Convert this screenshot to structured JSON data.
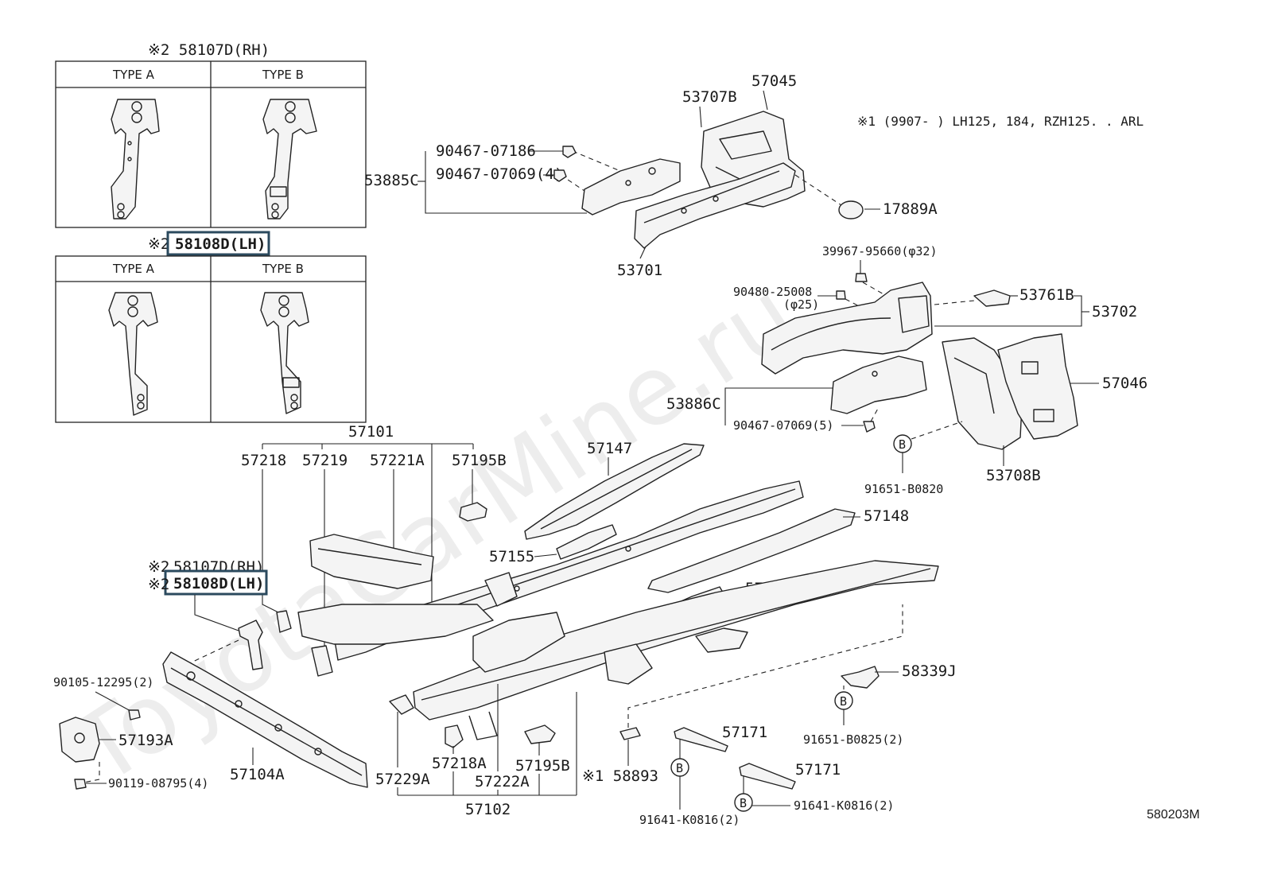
{
  "watermark": "ToyotaCarMine.ru",
  "diagram_code": "580203M",
  "footnote": "※1 (9907-      ) LH125, 184, RZH125. . ARL",
  "insets": {
    "rh_title": "※2 58107D(RH)",
    "lh_title_mark": "※2",
    "lh_title": "58108D(LH)",
    "type_a": "TYPE A",
    "type_b": "TYPE B"
  },
  "labels": {
    "p57045": "57045",
    "p53707b": "53707B",
    "p90467_07186": "90467-07186",
    "p90467_07069_4": "90467-07069(4)",
    "p53885c": "53885C",
    "p17889a": "17889A",
    "p53701": "53701",
    "p39967": "39967-95660(φ32)",
    "p90480": "90480-25008",
    "p90480_sub": "(φ25)",
    "p53761b": "53761B",
    "p53702": "53702",
    "p57046": "57046",
    "p53886c": "53886C",
    "p90467_07069_5": "90467-07069(5)",
    "p91651_b0820": "91651-B0820",
    "p53708b": "53708B",
    "p57101": "57101",
    "p57218": "57218",
    "p57219": "57219",
    "p57221a": "57221A",
    "p57195b_top": "57195B",
    "p57147": "57147",
    "p57148": "57148",
    "p57155": "57155",
    "p57156": "57156",
    "p58107d_rh_mark": "※2",
    "p58107d_rh": "58107D(RH)",
    "p58108d_lh_mark": "※2",
    "p58108d_lh": "58108D(LH)",
    "p90105": "90105-12295(2)",
    "p57193a": "57193A",
    "p90119": "90119-08795(4)",
    "p57104a": "57104A",
    "p58339j": "58339J",
    "p91651_b0825": "91651-B0825(2)",
    "p57171_a": "57171",
    "p57171_b": "57171",
    "p91641_k0816_a": "91641-K0816(2)",
    "p91641_k0816_b": "91641-K0816(2)",
    "p58893": "※1 58893",
    "p57229a": "57229A",
    "p57218a": "57218A",
    "p57222a": "57222A",
    "p57195b_bot": "57195B",
    "p57102": "57102",
    "b_marker": "B"
  }
}
